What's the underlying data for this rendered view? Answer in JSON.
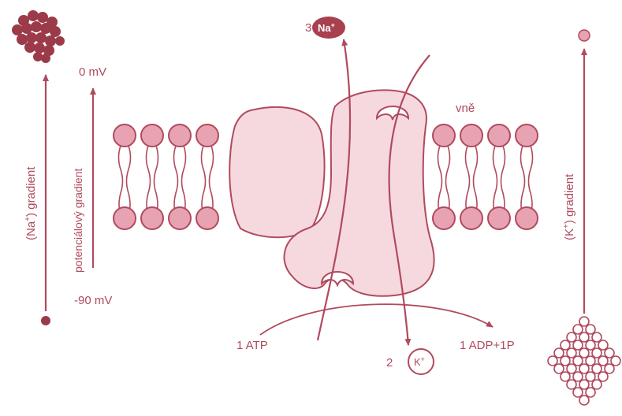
{
  "labels": {
    "na_count": "3",
    "na_ion": "Na",
    "na_ion_sup": "+",
    "zero_mv": "0 mV",
    "minus90_mv": "-90 mV",
    "potential_gradient": "potenciálový gradient",
    "na_gradient_pre": "(Na",
    "na_gradient_sup": "+",
    "na_gradient_post": ") gradient",
    "k_gradient_pre": "(K",
    "k_gradient_sup": "+",
    "k_gradient_post": ") gradient",
    "outside": "vně",
    "atp": "1 ATP",
    "adp": "1 ADP+1P",
    "k_count": "2",
    "k_ion": "K",
    "k_ion_sup": "+"
  },
  "colors": {
    "stroke": "#b04a5e",
    "protein_fill": "#f6d9df",
    "head_fill": "#e7a3b2",
    "na_fill": "#a8404f",
    "cluster_fill": "#9b3b4a"
  }
}
